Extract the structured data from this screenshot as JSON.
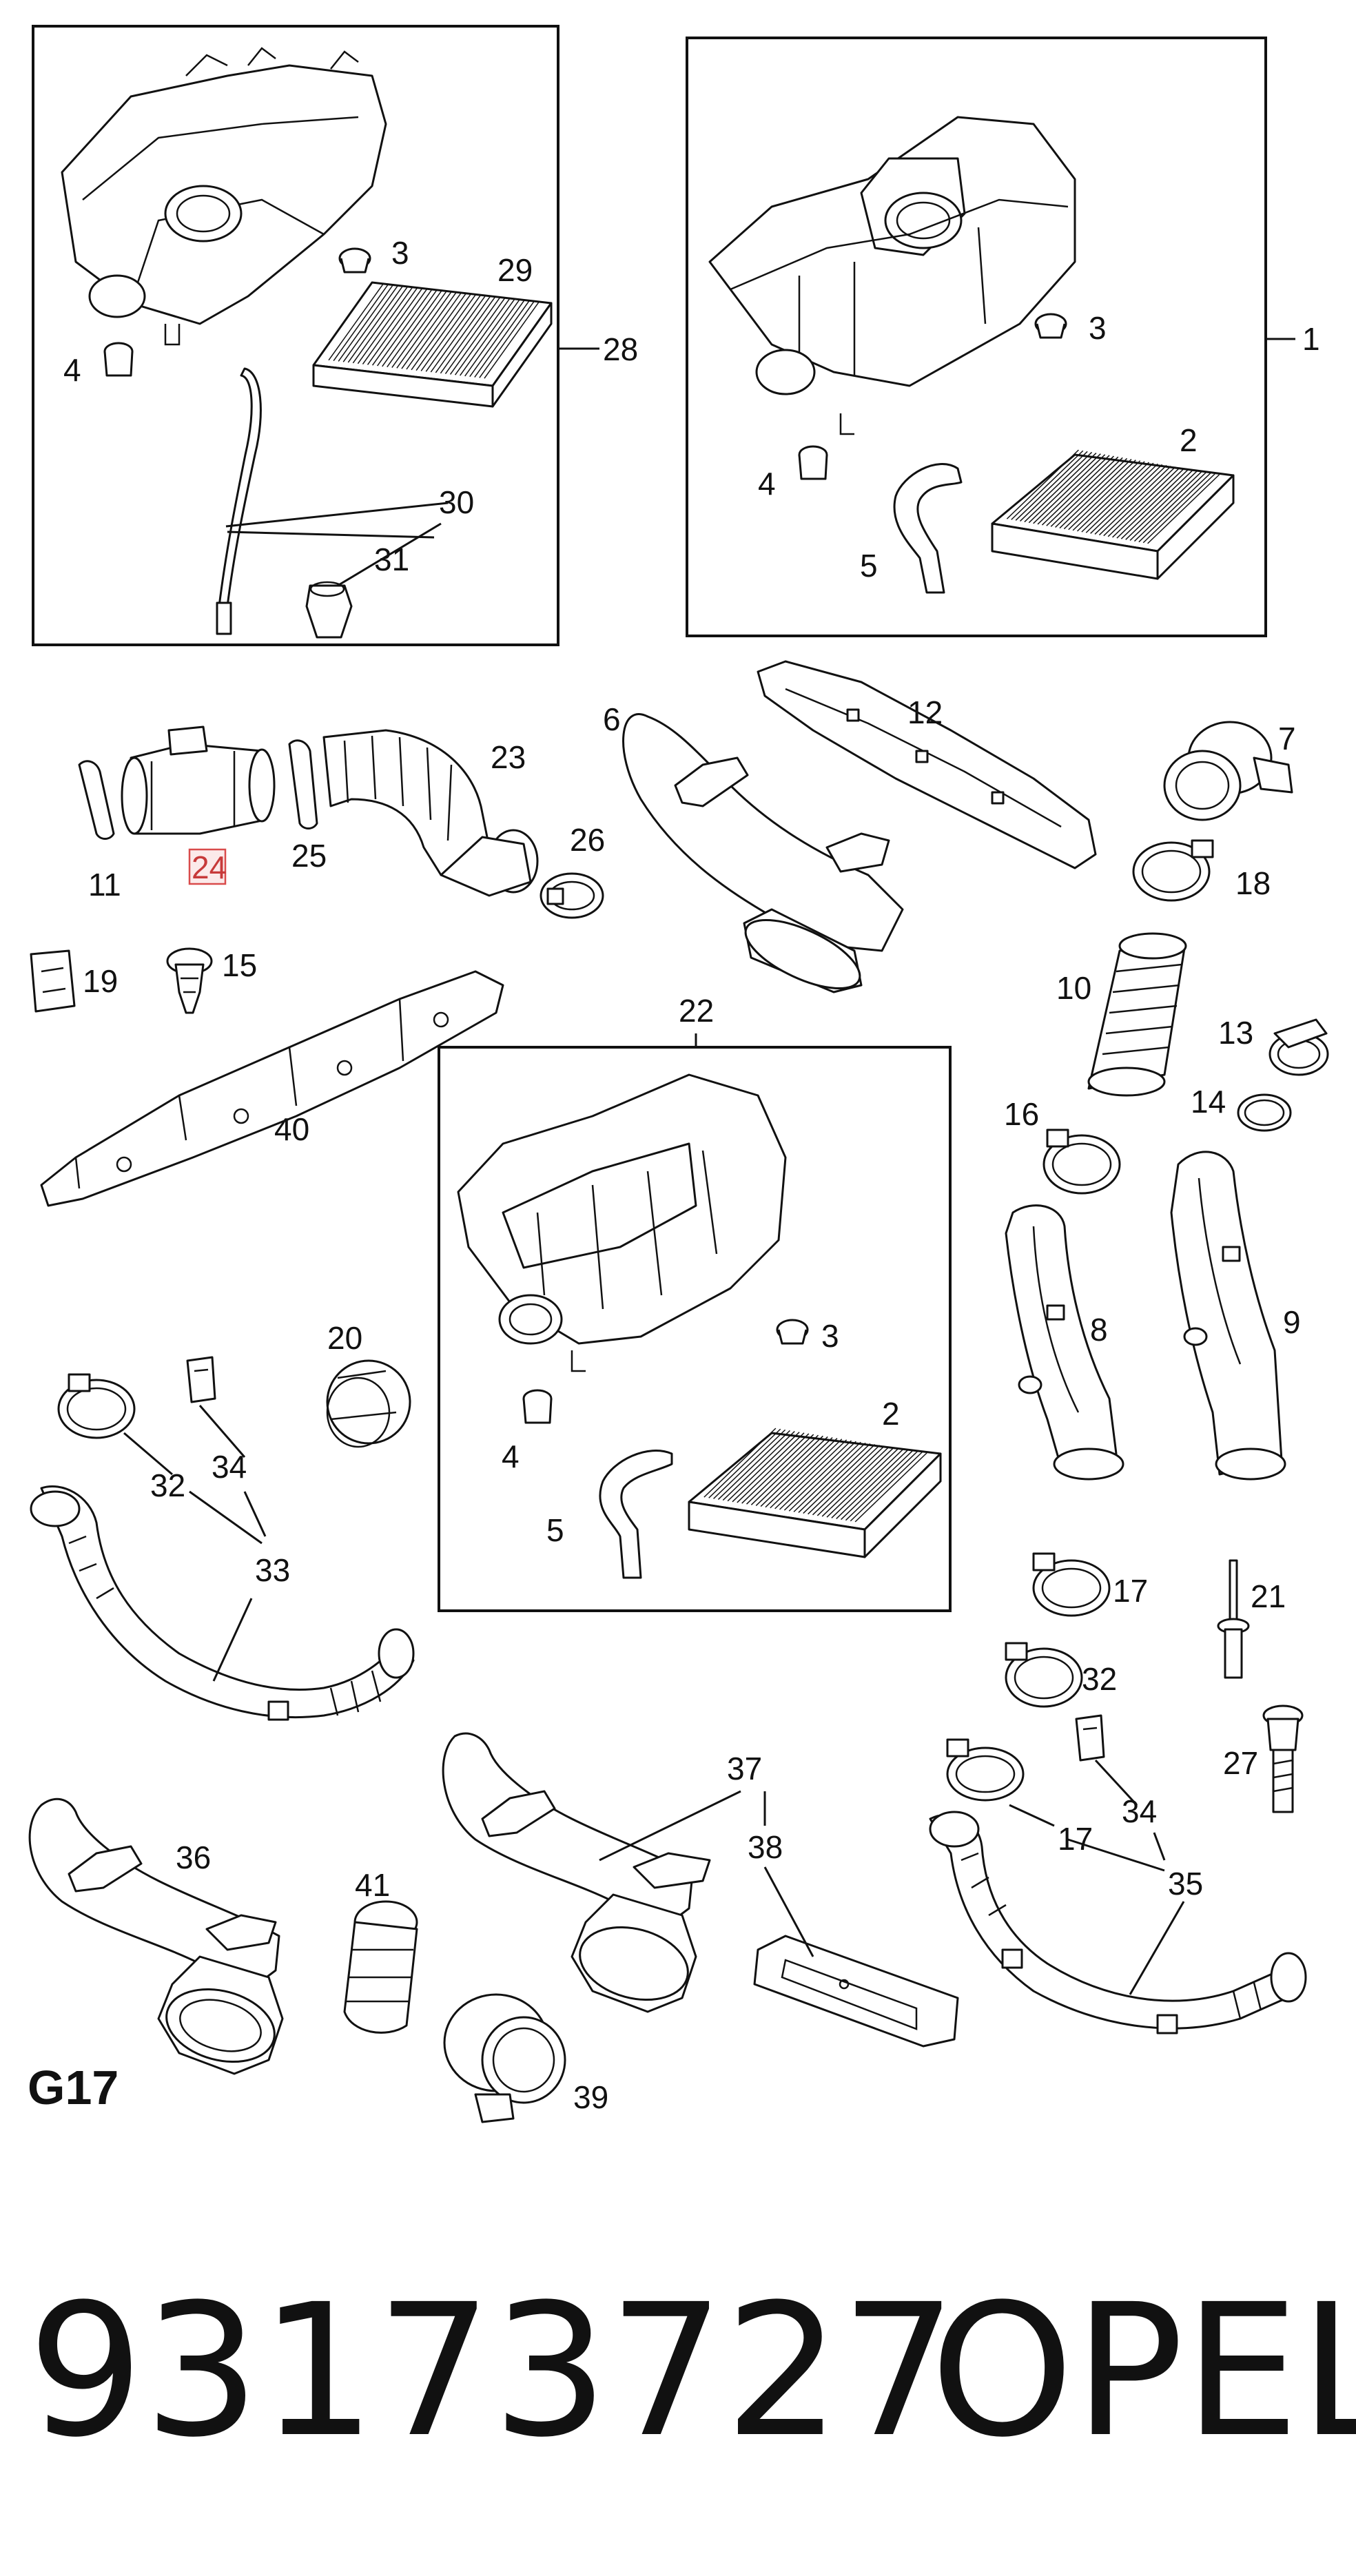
{
  "sheet_code": "G17",
  "part_number": "93173727",
  "brand": "OPEL",
  "highlighted_callout": "24",
  "highlight_color": "#d94b4b",
  "callouts": {
    "c1": "1",
    "c2a": "2",
    "c2b": "2",
    "c3a": "3",
    "c3b": "3",
    "c3c": "3",
    "c4a": "4",
    "c4b": "4",
    "c4c": "4",
    "c5a": "5",
    "c5b": "5",
    "c6": "6",
    "c7": "7",
    "c8": "8",
    "c9": "9",
    "c10": "10",
    "c11": "11",
    "c12": "12",
    "c13": "13",
    "c14": "14",
    "c15": "15",
    "c16": "16",
    "c17a": "17",
    "c17b": "17",
    "c18": "18",
    "c19": "19",
    "c20": "20",
    "c21": "21",
    "c22": "22",
    "c23": "23",
    "c24": "24",
    "c25": "25",
    "c26": "26",
    "c27": "27",
    "c28": "28",
    "c29": "29",
    "c30": "30",
    "c31": "31",
    "c32a": "32",
    "c32b": "32",
    "c33": "33",
    "c34a": "34",
    "c34b": "34",
    "c35": "35",
    "c36": "36",
    "c37": "37",
    "c38": "38",
    "c39": "39",
    "c40": "40",
    "c41": "41"
  }
}
